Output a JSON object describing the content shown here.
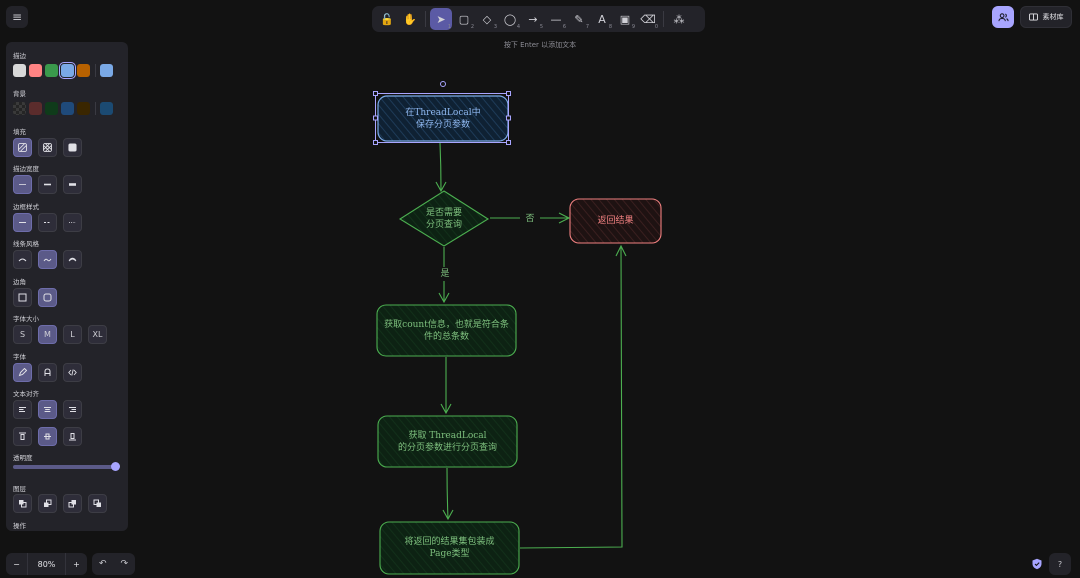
{
  "toolbar": {
    "tools": [
      {
        "icon": "lock-icon",
        "glyph": "🔓",
        "key": ""
      },
      {
        "icon": "hand-icon",
        "glyph": "✋",
        "key": ""
      },
      {
        "icon": "selection-icon",
        "glyph": "➤",
        "key": "1",
        "active": true
      },
      {
        "icon": "rectangle-icon",
        "glyph": "▢",
        "key": "2"
      },
      {
        "icon": "diamond-icon",
        "glyph": "◇",
        "key": "3"
      },
      {
        "icon": "ellipse-icon",
        "glyph": "◯",
        "key": "4"
      },
      {
        "icon": "arrow-icon",
        "glyph": "→",
        "key": "5"
      },
      {
        "icon": "line-icon",
        "glyph": "—",
        "key": "6"
      },
      {
        "icon": "pencil-icon",
        "glyph": "✎",
        "key": "7"
      },
      {
        "icon": "text-icon",
        "glyph": "A",
        "key": "8"
      },
      {
        "icon": "image-icon",
        "glyph": "▣",
        "key": "9"
      },
      {
        "icon": "eraser-icon",
        "glyph": "⌫",
        "key": "0"
      },
      {
        "icon": "more-tools-icon",
        "glyph": "⁂",
        "key": ""
      }
    ],
    "hint": "按下 Enter 以添加文本"
  },
  "header": {
    "library_label": "素材库"
  },
  "properties": {
    "stroke_title": "描边",
    "stroke_colors": [
      "#d8d8d8",
      "#ff8383",
      "#3a994c",
      "#7aa9e6",
      "#b76100"
    ],
    "stroke_current": "#7aa9e6",
    "background_title": "背景",
    "background_colors": [
      "#2b2b2b",
      "#5b2c2c",
      "#0f3b1a",
      "#1f4a7a",
      "#3a2600"
    ],
    "background_current": "#1b4a72",
    "fill_title": "填充",
    "stroke_width_title": "描边宽度",
    "stroke_style_title": "边框样式",
    "sloppiness_title": "线条风格",
    "edges_title": "边角",
    "font_size_title": "字体大小",
    "font_sizes": [
      "S",
      "M",
      "L",
      "XL"
    ],
    "font_family_title": "字体",
    "text_align_title": "文本对齐",
    "opacity_title": "透明度",
    "opacity_value": 100,
    "layers_title": "图层",
    "actions_title": "操作"
  },
  "footer": {
    "zoom": "80%",
    "zoom_out": "−",
    "zoom_in": "+",
    "undo": "↶",
    "redo": "↷",
    "help": "?"
  },
  "diagram": {
    "nodes": [
      {
        "id": "start",
        "lines": [
          "在ThreadLocal中",
          "保存分页参数"
        ],
        "color": "#8fb8f0"
      },
      {
        "id": "decision",
        "lines": [
          "是否需要",
          "分页查询"
        ],
        "color": "#7ec07e"
      },
      {
        "id": "return",
        "lines": [
          "返回结果"
        ],
        "color": "#f08080"
      },
      {
        "id": "count",
        "lines": [
          "获取count信息，也就是符合条",
          "件的总条数"
        ],
        "color": "#7ec07e"
      },
      {
        "id": "query",
        "lines": [
          "获取 ThreadLocal",
          "的分页参数进行分页查询"
        ],
        "color": "#7ec07e"
      },
      {
        "id": "wrap",
        "lines": [
          "将返回的结果集包装成",
          "Page类型"
        ],
        "color": "#7ec07e"
      }
    ],
    "edge_labels": {
      "no": "否",
      "yes": "是"
    }
  }
}
